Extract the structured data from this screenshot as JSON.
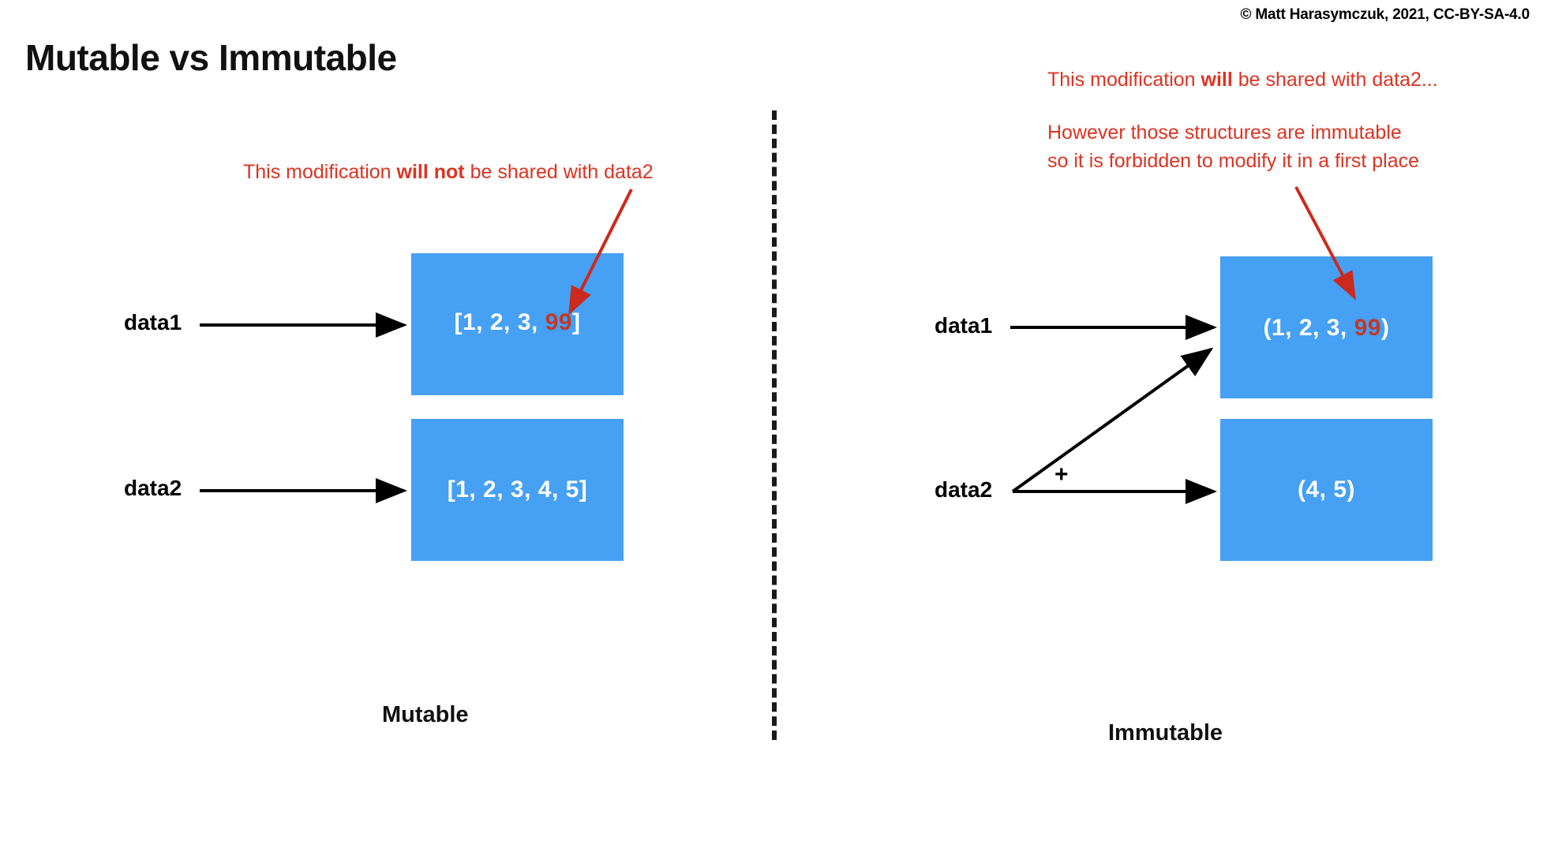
{
  "slide": {
    "copyright": "© Matt Harasymczuk, 2021, CC-BY-SA-4.0",
    "title": "Mutable vs Immutable",
    "colors": {
      "box_blue": "#46a0f4",
      "annotation_red": "#dd3322",
      "highlight_red": "#c0392b",
      "arrow_black": "#000000",
      "arrow_red": "#cc2a1d",
      "text_black": "#111111",
      "box_text_white": "#ffffff"
    }
  },
  "left_panel": {
    "caption": "Mutable",
    "annotation": {
      "prefix": "This modification ",
      "emphasis": "will not",
      "suffix": " be shared with data2"
    },
    "variables": [
      {
        "label": "data1",
        "arrow": "horizontal-arrow-to-box1"
      },
      {
        "label": "data2",
        "arrow": "horizontal-arrow-to-box2"
      }
    ],
    "boxes": [
      {
        "prefix": "[1, 2, 3, ",
        "highlight": "99",
        "suffix": "]"
      },
      {
        "prefix": "[1, 2, 3, 4, 5]",
        "highlight": "",
        "suffix": ""
      }
    ]
  },
  "right_panel": {
    "caption": "Immutable",
    "annotation_1": {
      "prefix": "This modification ",
      "emphasis": "will",
      "suffix": " be shared with data2..."
    },
    "annotation_2": {
      "line1": "However those structures are immutable",
      "line2": "so it is forbidden to modify it in a first place"
    },
    "operator": "+",
    "variables": [
      {
        "label": "data1",
        "arrow": "horizontal-arrow-to-box1"
      },
      {
        "label": "data2",
        "arrow": "horizontal-arrow-to-box2-and-diagonal-arrow-to-box1"
      }
    ],
    "boxes": [
      {
        "prefix": "(1, 2, 3, ",
        "highlight": "99",
        "suffix": ")"
      },
      {
        "prefix": "(4, 5)",
        "highlight": "",
        "suffix": ""
      }
    ]
  }
}
